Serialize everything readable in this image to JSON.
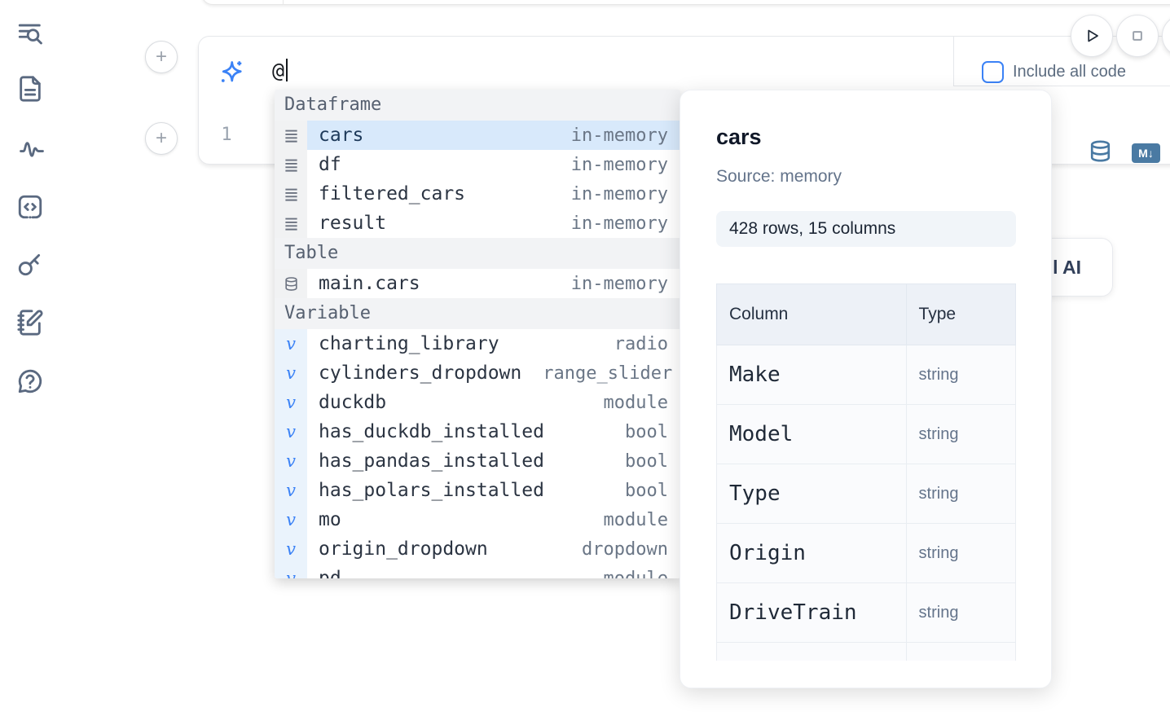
{
  "colors": {
    "accent": "#3b82f6",
    "steel_blue": "#4a7aa3",
    "selected_row_bg": "#d8e9fb"
  },
  "sidebar": {
    "icons": [
      "list-search-icon",
      "file-text-icon",
      "activity-icon",
      "code-cell-icon",
      "key-icon",
      "notebook-pen-icon",
      "help-icon"
    ]
  },
  "cell": {
    "add_cell_above_label": "+",
    "add_cell_below_label": "+",
    "prompt_value": "@",
    "include_all_code_label": "Include all code",
    "include_all_code_checked": false,
    "line_number": "1",
    "markdown_badge": "M↓"
  },
  "ai_button_fragment": "l AI",
  "autocomplete": {
    "sections": [
      {
        "label": "Dataframe",
        "kind": "dataframe",
        "items": [
          {
            "name": "cars",
            "type": "in-memory",
            "selected": true
          },
          {
            "name": "df",
            "type": "in-memory"
          },
          {
            "name": "filtered_cars",
            "type": "in-memory"
          },
          {
            "name": "result",
            "type": "in-memory"
          }
        ]
      },
      {
        "label": "Table",
        "kind": "table",
        "items": [
          {
            "name": "main.cars",
            "type": "in-memory"
          }
        ]
      },
      {
        "label": "Variable",
        "kind": "variable",
        "items": [
          {
            "name": "charting_library",
            "type": "radio"
          },
          {
            "name": "cylinders_dropdown",
            "type": "range_slider"
          },
          {
            "name": "duckdb",
            "type": "module"
          },
          {
            "name": "has_duckdb_installed",
            "type": "bool"
          },
          {
            "name": "has_pandas_installed",
            "type": "bool"
          },
          {
            "name": "has_polars_installed",
            "type": "bool"
          },
          {
            "name": "mo",
            "type": "module"
          },
          {
            "name": "origin_dropdown",
            "type": "dropdown"
          },
          {
            "name": "pd",
            "type": "module"
          }
        ]
      }
    ]
  },
  "preview": {
    "title": "cars",
    "source": "Source: memory",
    "shape": "428 rows, 15 columns",
    "table": {
      "headers": [
        "Column",
        "Type"
      ],
      "rows": [
        [
          "Make",
          "string"
        ],
        [
          "Model",
          "string"
        ],
        [
          "Type",
          "string"
        ],
        [
          "Origin",
          "string"
        ],
        [
          "DriveTrain",
          "string"
        ],
        [
          "",
          ""
        ]
      ]
    }
  }
}
